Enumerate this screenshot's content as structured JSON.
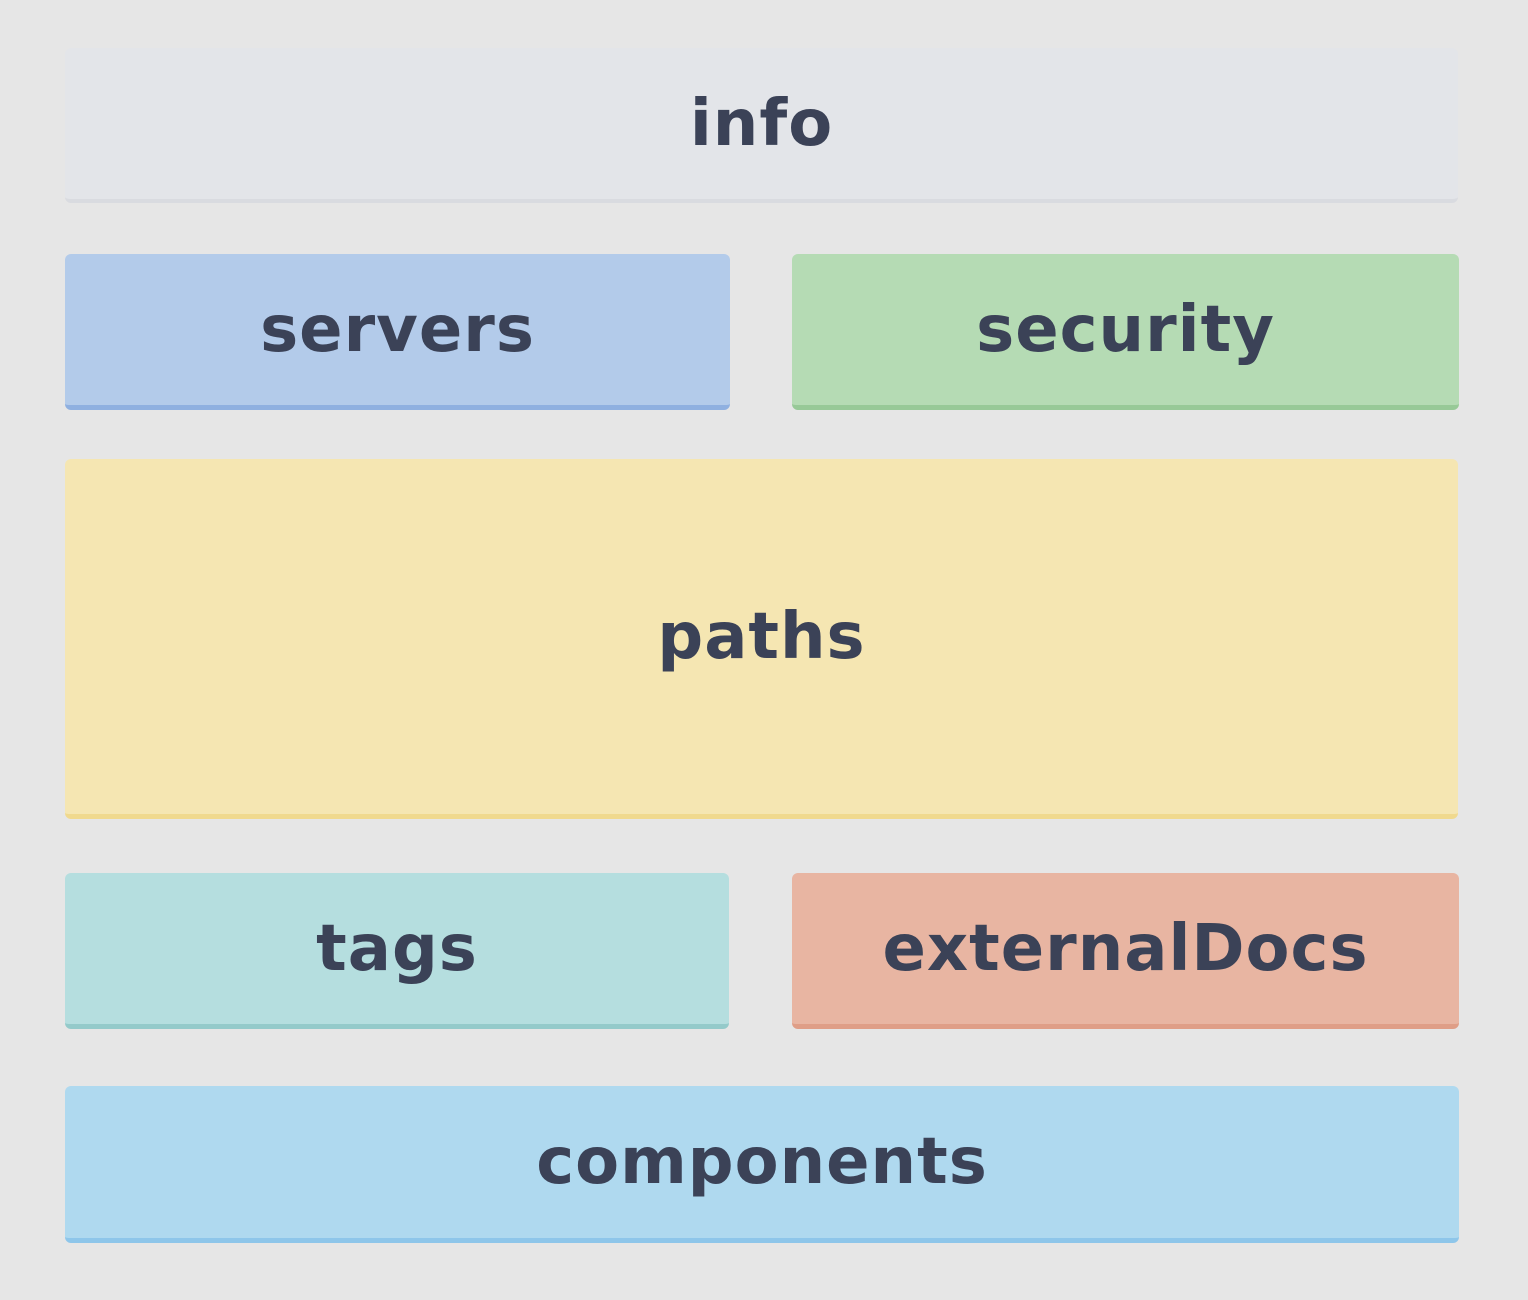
{
  "blocks": [
    {
      "label": "info",
      "color": "#e3e5e9"
    },
    {
      "label": "servers",
      "color": "#b3cbea"
    },
    {
      "label": "security",
      "color": "#b5dbb4"
    },
    {
      "label": "paths",
      "color": "#f5e6b2"
    },
    {
      "label": "tags",
      "color": "#b5dedf"
    },
    {
      "label": "externalDocs",
      "color": "#e8b5a2"
    },
    {
      "label": "components",
      "color": "#afd9ef"
    }
  ]
}
